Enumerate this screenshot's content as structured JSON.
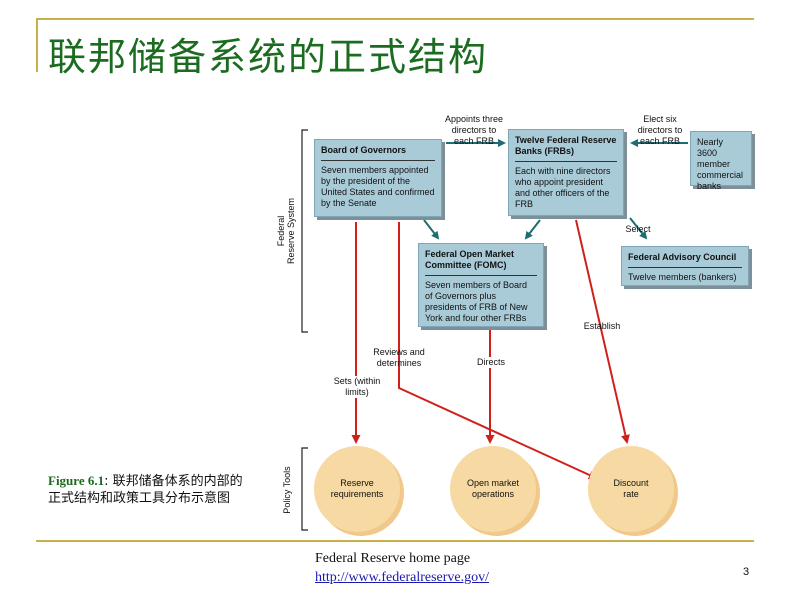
{
  "title": "联邦储备系统的正式结构",
  "diagram": {
    "system_label_line1": "Federal",
    "system_label_line2": "Reserve System",
    "tools_label": "Policy Tools",
    "board": {
      "heading": "Board of Governors",
      "body": "Seven members appointed by the president of the United States and confirmed by the Senate"
    },
    "frbs": {
      "heading": "Twelve Federal Reserve Banks (FRBs)",
      "body": "Each with nine directors who appoint president and other officers of the FRB"
    },
    "member_banks": {
      "body": "Nearly 3600 member commercial banks"
    },
    "fomc": {
      "heading": "Federal Open Market Committee (FOMC)",
      "body": "Seven members of Board of Governors plus presidents of FRB of New York and four other FRBs"
    },
    "advisory": {
      "heading": "Federal Advisory Council",
      "body": "Twelve members (bankers)"
    },
    "labels": {
      "appoints": "Appoints three directors to each FRB",
      "elect": "Elect six directors to each FRB",
      "select": "Select",
      "establish": "Establish",
      "reviews": "Reviews and determines",
      "sets": "Sets (within limits)",
      "directs": "Directs"
    },
    "tools": {
      "reserve": "Reserve requirements",
      "open_market": "Open market operations",
      "discount": "Discount rate"
    },
    "colors": {
      "box_fill": "#a9cbd8",
      "arrow_teal": "#1f6d74",
      "arrow_red": "#d0201c",
      "circle_fill": "#f7d9a3"
    }
  },
  "caption": {
    "figure": "Figure 6.1",
    "text": ": 联邦储备体系的内部的正式结构和政策工具分布示意图"
  },
  "footer": {
    "text": "Federal Reserve home page",
    "link": "http://www.federalreserve.gov/"
  },
  "page_number": "3"
}
